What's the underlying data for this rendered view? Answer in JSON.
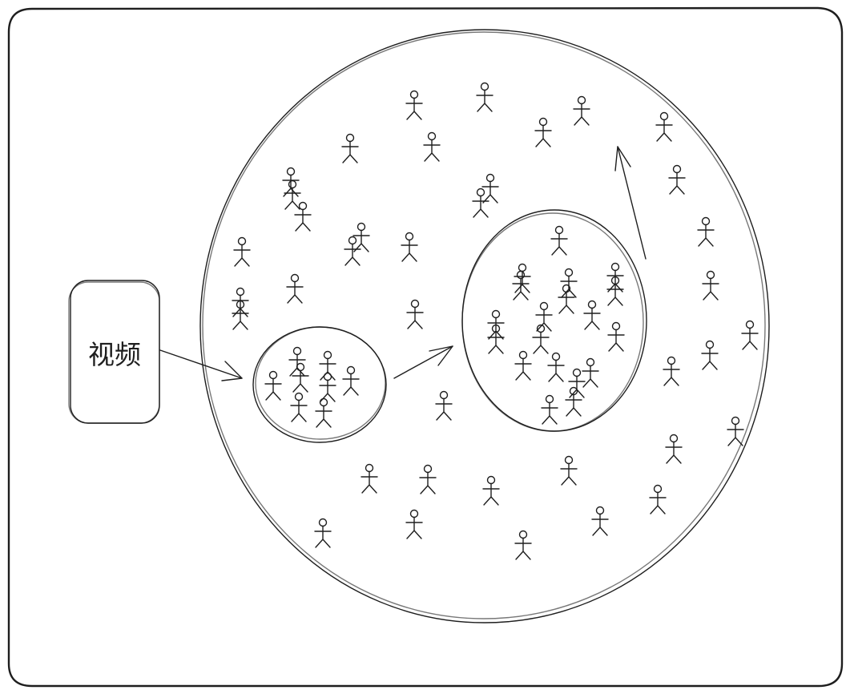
{
  "diagram": {
    "source_box": {
      "label": "视频"
    },
    "stroke_color": "#1e1e1e",
    "background_color": "#ffffff",
    "groups": [
      {
        "name": "small-group",
        "person_count": 8
      },
      {
        "name": "medium-group",
        "person_count": 19
      },
      {
        "name": "large-group",
        "person_count": 38
      }
    ]
  }
}
